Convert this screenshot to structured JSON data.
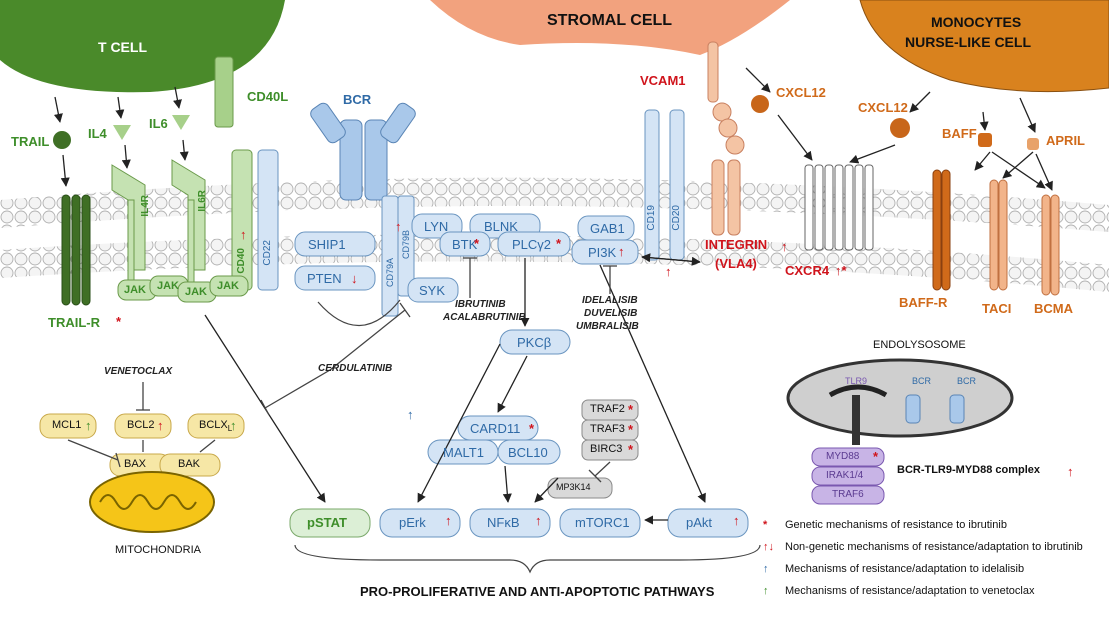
{
  "colors": {
    "t_cell": "#4a8a2a",
    "stromal": "#f2a27e",
    "monocyte": "#d9821e",
    "blue_box": "#d4e4f5",
    "blue_text": "#2f6aa6",
    "green_text": "#3e8e2a",
    "red": "#d0141c",
    "orange_text": "#d06a1a",
    "purple": "#9a78c8",
    "pstat": "#dcefd6",
    "yellow_box": "#f6e7a6",
    "gray_box": "#d9d9d9"
  },
  "cells": {
    "t_cell": "T CELL",
    "stromal": "STROMAL CELL",
    "monocytes_line1": "MONOCYTES",
    "monocytes_line2": "NURSE-LIKE CELL"
  },
  "ligands": {
    "trail": "TRAIL",
    "il4": "IL4",
    "il6": "IL6",
    "cd40l": "CD40L",
    "bcr": "BCR",
    "vcam1": "VCAM1",
    "cxcl12_stromal": "CXCL12",
    "cxcl12_mono": "CXCL12",
    "baff": "BAFF",
    "april": "APRIL"
  },
  "receptors": {
    "il4r": "IL4R",
    "il6r": "IL6R",
    "cd40": "CD40",
    "cd22": "CD22",
    "cd79a": "CD79A",
    "cd79b": "CD79B",
    "cd19": "CD19",
    "cd20": "CD20",
    "trail_r": "TRAIL-R",
    "integrin": "INTEGRIN",
    "vla4": "(VLA4)",
    "cxcr4": "CXCR4",
    "baff_r": "BAFF-R",
    "taci": "TACI",
    "bcma": "BCMA"
  },
  "kinases": {
    "jak1": "JAK",
    "jak2": "JAK",
    "jak3": "JAK",
    "jak4": "JAK",
    "ship1": "SHIP1",
    "pten": "PTEN",
    "lyn": "LYN",
    "blnk": "BLNK",
    "btk": "BTK",
    "plcg2": "PLCγ2",
    "syk": "SYK",
    "gab1": "GAB1",
    "pi3k": "PI3K",
    "pkcb": "PKCβ",
    "card11": "CARD11",
    "malt1": "MALT1",
    "bcl10": "BCL10",
    "traf2": "TRAF2",
    "traf3": "TRAF3",
    "birc3": "BIRC3",
    "mp3k14": "MP3K14"
  },
  "drugs": {
    "ibrutinib": "IBRUTINIB",
    "acalabrutinib": "ACALABRUTINIB",
    "idelalisib": "IDELALISIB",
    "duvelisib": "DUVELISIB",
    "umbralisib": "UMBRALISIB",
    "cerdulatinib": "CERDULATINIB",
    "venetoclax": "VENETOCLAX"
  },
  "apoptosis": {
    "mcl1": "MCL1",
    "bcl2": "BCL2",
    "bclxl": "BCLX",
    "bclxl_sub": "L",
    "bax": "BAX",
    "bak": "BAK",
    "mitochondria": "MITOCHONDRIA"
  },
  "endolysosome": {
    "title": "ENDOLYSOSOME",
    "tlr9": "TLR9",
    "bcr1": "BCR",
    "bcr2": "BCR",
    "myd88": "MYD88",
    "irak": "IRAK1/4",
    "traf6": "TRAF6",
    "complex": "BCR-TLR9-MYD88 complex"
  },
  "outputs": {
    "pstat": "pSTAT",
    "perk": "pErk",
    "nfkb": "NFκB",
    "mtorc1": "mTORC1",
    "pakt": "pAkt"
  },
  "footer": "PRO-PROLIFERATIVE AND ANTI-APOPTOTIC PATHWAYS",
  "legend": [
    {
      "symbol": "*",
      "text": "Genetic mechanisms of resistance to ibrutinib"
    },
    {
      "symbol": "↑↓",
      "text": "Non-genetic mechanisms of resistance/adaptation to ibrutinib"
    },
    {
      "symbol": "↑",
      "text": "Mechanisms of resistance/adaptation to idelalisib"
    },
    {
      "symbol": "↑",
      "text": "Mechanisms of resistance/adaptation to venetoclax"
    }
  ]
}
